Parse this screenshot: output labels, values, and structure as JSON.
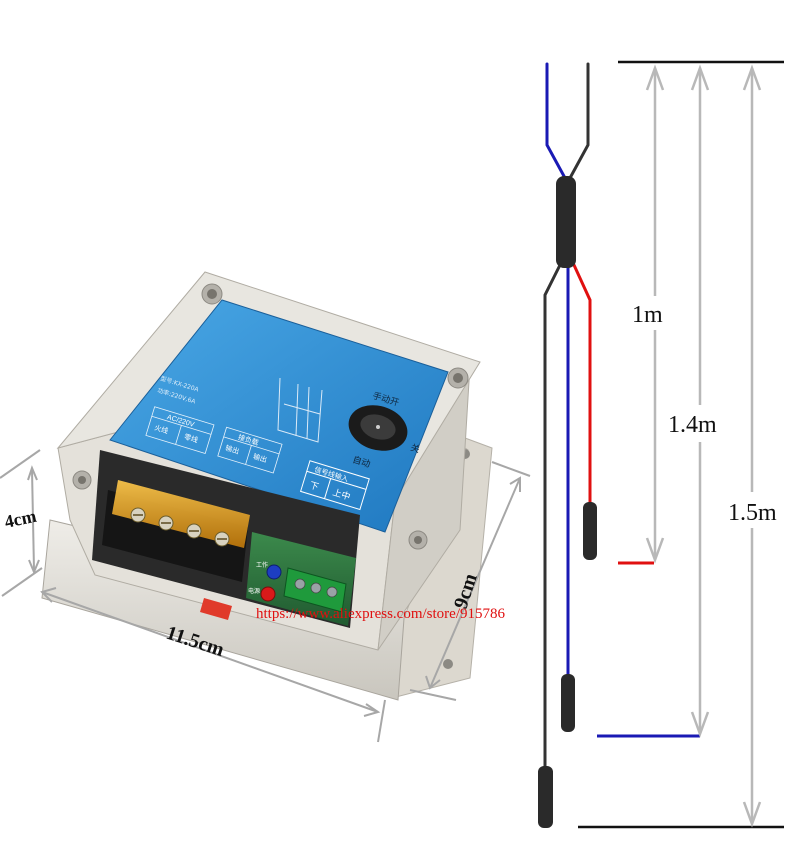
{
  "watermark": "https://www.aliexpress.com/store/915786",
  "dimensions": {
    "height": "4cm",
    "length": "11.5cm",
    "width": "9cm"
  },
  "cable_lengths": {
    "red": "1m",
    "blue": "1.4m",
    "black": "1.5m"
  },
  "panel": {
    "model_line1": "型号:KX-220A",
    "model_line2": "功率:220V,6A",
    "switch_manual": "手动开",
    "switch_off": "关",
    "switch_auto": "自动",
    "ac_box_title": "AC/220V",
    "ac_live": "火线",
    "ac_neutral": "零线",
    "pump_box_title": "接负载",
    "pump_out1": "输出",
    "pump_out2": "输出",
    "signal_box_title": "信号线输入",
    "signal_low": "下",
    "signal_mid": "上中",
    "led_work": "工作",
    "led_power": "电源"
  },
  "colors": {
    "panel_blue": "#2d8fd1",
    "housing": "#e6e3dc",
    "terminal_amber": "#e49b10",
    "wire_red": "#e01010",
    "wire_blue": "#1a1ab4",
    "wire_black": "#333333",
    "arrow_gray": "#b8b8b8"
  }
}
